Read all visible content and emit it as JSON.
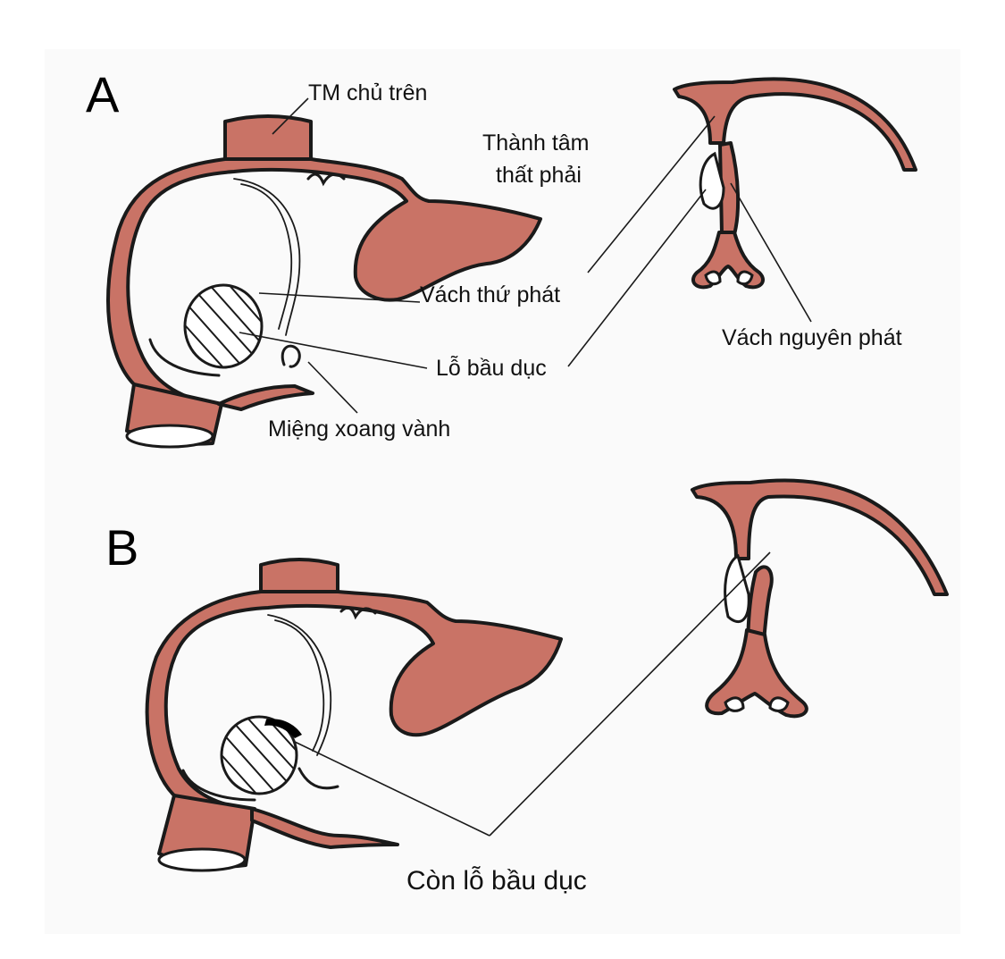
{
  "colors": {
    "tissue": "#c97366",
    "outline": "#1a1a1a",
    "background": "#fafafa"
  },
  "panel_a": {
    "letter": "A",
    "labels": {
      "superior_vena_cava": "TM chủ trên",
      "rv_wall_line1": "Thành tâm",
      "rv_wall_line2": "thất phải",
      "septum_secundum": "Vách thứ phát",
      "foramen_ovale": "Lỗ bầu dục",
      "coronary_sinus_ostium": "Miệng xoang vành",
      "septum_primum": "Vách nguyên phát"
    }
  },
  "panel_b": {
    "letter": "B",
    "labels": {
      "patent_foramen_ovale": "Còn lỗ bầu dục"
    }
  }
}
